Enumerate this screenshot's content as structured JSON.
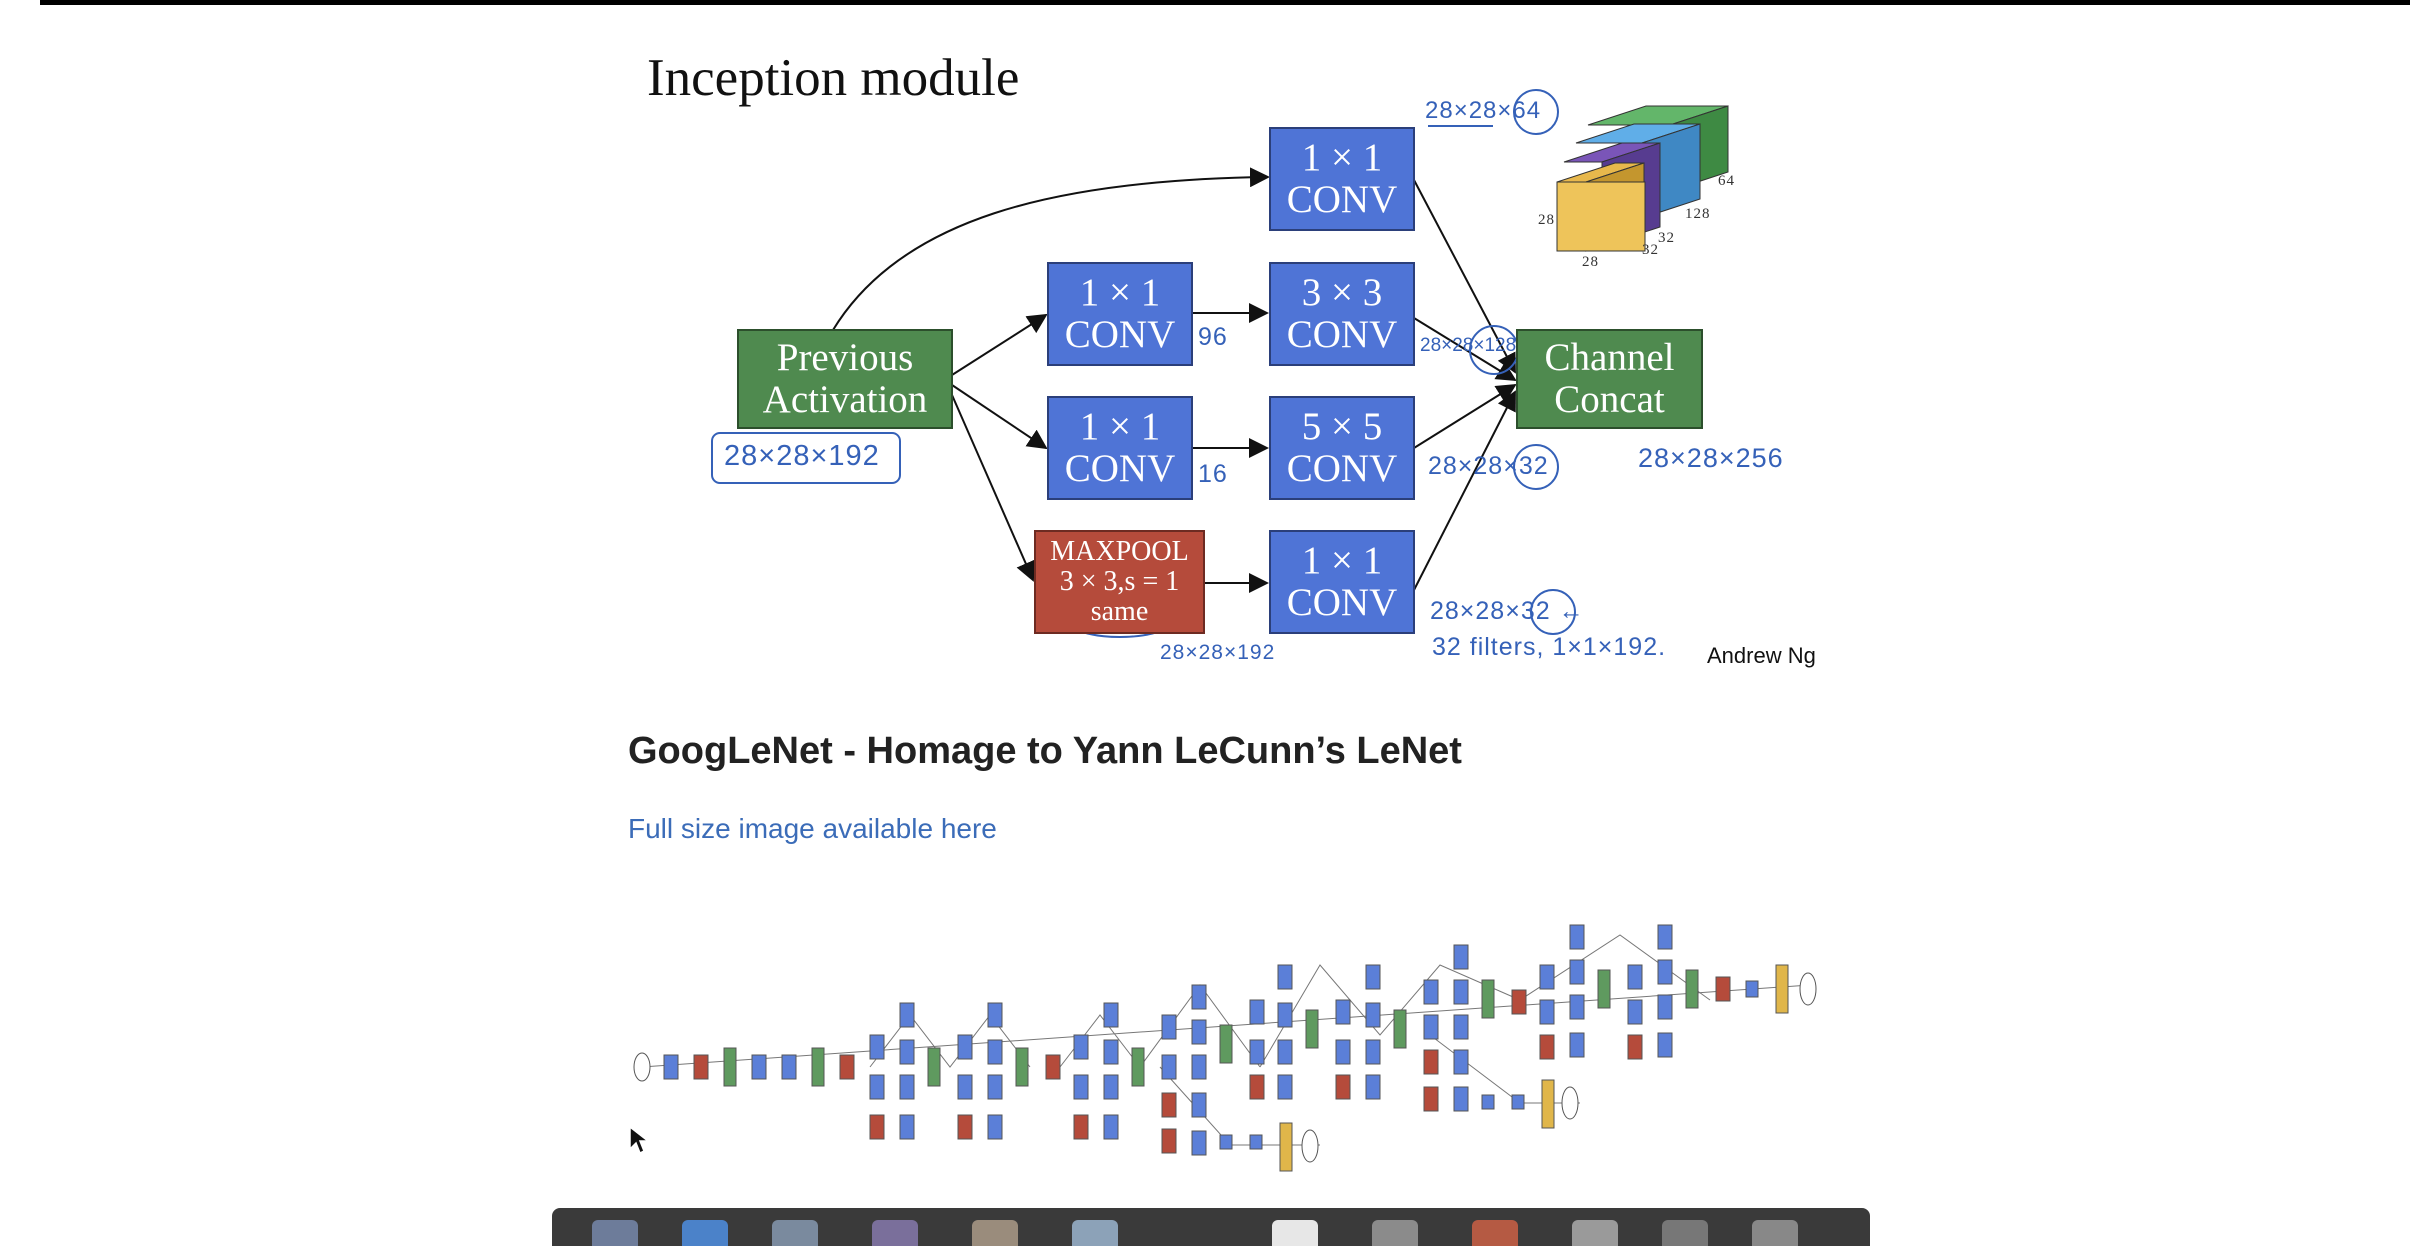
{
  "slide": {
    "title": "Inception module",
    "prev_activation": [
      "Previous",
      "Activation"
    ],
    "channel_concat": [
      "Channel",
      "Concat"
    ],
    "conv_top": [
      "1 × 1",
      "CONV"
    ],
    "conv_a1": [
      "1 × 1",
      "CONV"
    ],
    "conv_a2": [
      "3 × 3",
      "CONV"
    ],
    "conv_b1": [
      "1 × 1",
      "CONV"
    ],
    "conv_b2": [
      "5 × 5",
      "CONV"
    ],
    "maxpool": [
      "MAXPOOL",
      "3 × 3,s = 1",
      "same"
    ],
    "conv_pool": [
      "1 × 1",
      "CONV"
    ],
    "cube_labels": {
      "h": "28",
      "w": "28",
      "c1": "32",
      "c2": "32",
      "c3": "128",
      "c4": "64"
    },
    "handwritten": {
      "input": "28×28×192",
      "top_out": "28×28×64",
      "n96": "96",
      "conv3_out": "28×28×128",
      "n16": "16",
      "conv5_out": "28×28×32",
      "concat_out": "28×28×256",
      "pool_out": "28×28×32 ←",
      "pool_filters": "32 filters, 1×1×192.",
      "pool_in": "28×28×192"
    },
    "credit": "Andrew Ng",
    "colors": {
      "conv": "#4f74d6",
      "green": "#4f8a4f",
      "pool": "#b54b3b",
      "ink": "#3561b8"
    }
  },
  "section": {
    "title": "GoogLeNet - Homage to Yann LeCunn’s LeNet",
    "link": "Full size image available here"
  }
}
